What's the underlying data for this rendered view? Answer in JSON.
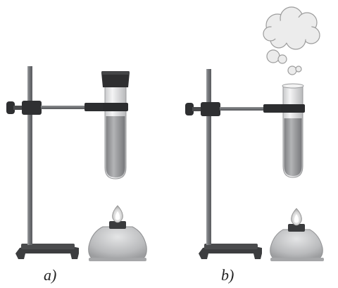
{
  "panels": [
    {
      "label": "a)",
      "tube_state": "stoppered",
      "burner": "lit"
    },
    {
      "label": "b)",
      "tube_state": "open",
      "burner": "lit",
      "vapour": "cloud"
    }
  ],
  "colors": {
    "rod": "#7b7d80",
    "clamp": "#3a3b3d",
    "tube_liquid": "#9a9b9d",
    "stopper": "#2f2f31",
    "flame": "#d9d9d9",
    "burner_glass": "#c5c6c8",
    "cloud": "#e2e2e2"
  }
}
